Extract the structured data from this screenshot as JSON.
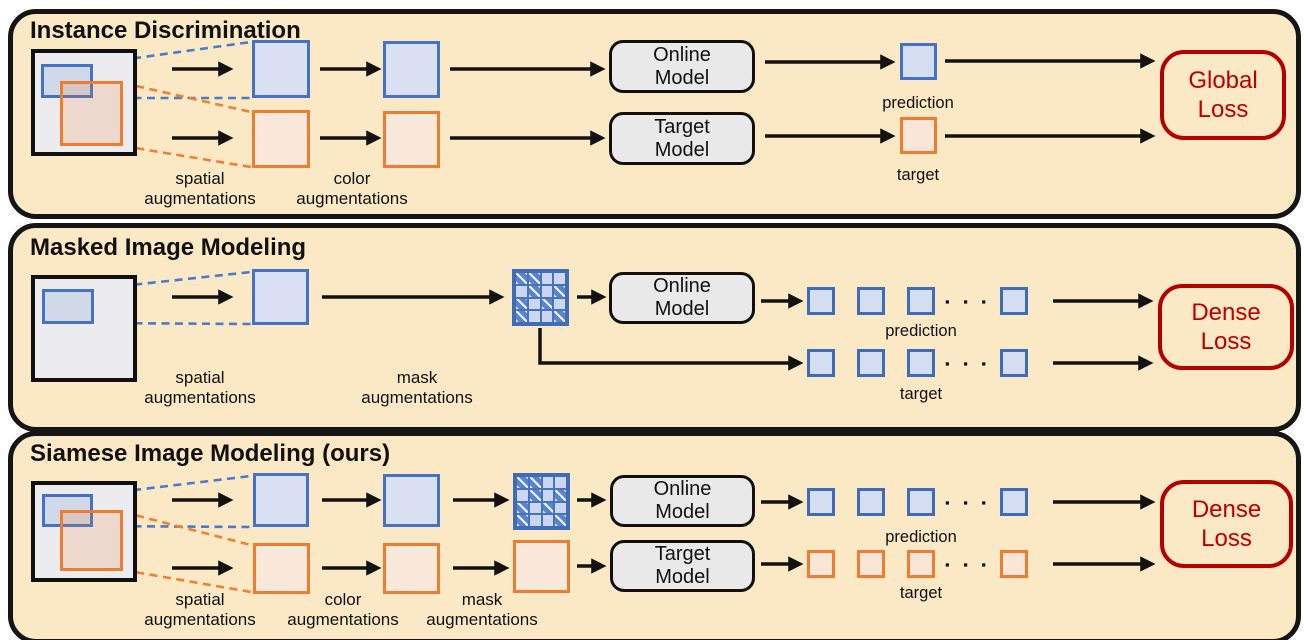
{
  "figure": {
    "panels": [
      {
        "title": "Instance Discrimination",
        "spatial_label": "spatial\naugmentations",
        "color_label": "color\naugmentations",
        "online_model": "Online\nModel",
        "target_model": "Target\nModel",
        "prediction_label": "prediction",
        "target_label": "target",
        "loss": "Global\nLoss"
      },
      {
        "title": "Masked Image Modeling",
        "spatial_label": "spatial\naugmentations",
        "mask_label": "mask\naugmentations",
        "online_model": "Online\nModel",
        "prediction_label": "prediction",
        "target_label": "target",
        "dots": "▪ ▪ ▪",
        "loss": "Dense\nLoss"
      },
      {
        "title": "Siamese Image Modeling (ours)",
        "spatial_label": "spatial\naugmentations",
        "color_label": "color\naugmentations",
        "mask_label": "mask\naugmentations",
        "online_model": "Online\nModel",
        "target_model": "Target\nModel",
        "prediction_label": "prediction",
        "target_label": "target",
        "dots": "▪ ▪ ▪",
        "loss": "Dense\nLoss"
      }
    ],
    "colors": {
      "panel_background": "#FBE9C5",
      "blue_accent": "#4472C4",
      "orange_accent": "#ED7D31",
      "loss_red": "#C00000"
    }
  }
}
